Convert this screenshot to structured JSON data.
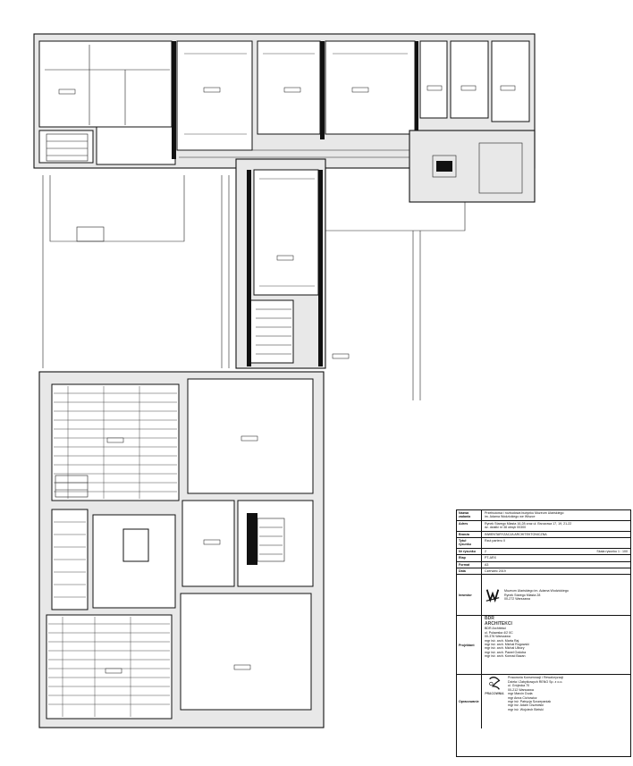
{
  "title_block": {
    "rows": [
      {
        "key": "Nazwa zadania",
        "lines": [
          "Przebudowa i rozbudowa budynku Muzeum Ulańskiego",
          "im. Adama Wodzickiego we Wiszce"
        ]
      },
      {
        "key": "Adres",
        "lines": [
          "Rynek Starego Miasta 16-28 oraz ul. Brzozowa 17, 19, 21-22",
          "dz. działki nr 38 obręb 00300"
        ]
      },
      {
        "key": "Branża",
        "lines": [
          "INWENTARYZACJA ARCHITEKTONICZNA"
        ]
      },
      {
        "key": "Tytuł rysunku",
        "lines": [
          "Rzut parteru II"
        ]
      },
      {
        "key": "Nr rysunku",
        "lines": [
          "2"
        ],
        "scale_label": "Skala rysunku",
        "scale_value": "1 : 100"
      },
      {
        "key": "Etap",
        "lines": [
          "PT-ARX"
        ]
      },
      {
        "key": "Format",
        "lines": [
          "A3"
        ]
      },
      {
        "key": "Data",
        "lines": [
          "Czerwiec 2019"
        ]
      }
    ],
    "investor": {
      "key": "Inwestor",
      "lines": [
        "Muzeum Ulańskiego im. Adama Wodzickiego",
        "Rynek Starego Miasta 28",
        "00-272 Warszawa"
      ]
    },
    "designer": {
      "key": "Projektant",
      "brand": [
        "BDR",
        "ARCHITEKCI"
      ],
      "lines": [
        "BDR Architekci",
        "ul. Puławska 4/2 0C",
        "00-376 Warszawa",
        "mgr inż. arch. Marta Raj",
        "mgr inż. arch. Michał Rogowski",
        "mgr inż. arch. Michał Ulbory",
        "mgr inż. arch. Paweł Ozdoba",
        "mgr inż. arch. Konrad Bazan"
      ]
    },
    "surveyor": {
      "key": "Opracowanie",
      "brand": [
        "PRACOWNIA"
      ],
      "lines": [
        "Pracownia Konserwacji i Rewaloryzacji",
        "Dzieła i Zabytkowych RENO Sp. z o.o.",
        "ul. Grójecka 70",
        "00-212 Warszawa",
        "mgr Marcin Duda",
        "mgr Anna Cichowicz",
        "mgr inż. Patrycja Szczepaniak",
        "mgr inż. Adam Ciszewski",
        "mgr inż. Wojciech Bielski"
      ]
    }
  },
  "colors": {
    "line": "#111111",
    "wall_fill": "#e8e8e8",
    "paper": "#ffffff"
  }
}
